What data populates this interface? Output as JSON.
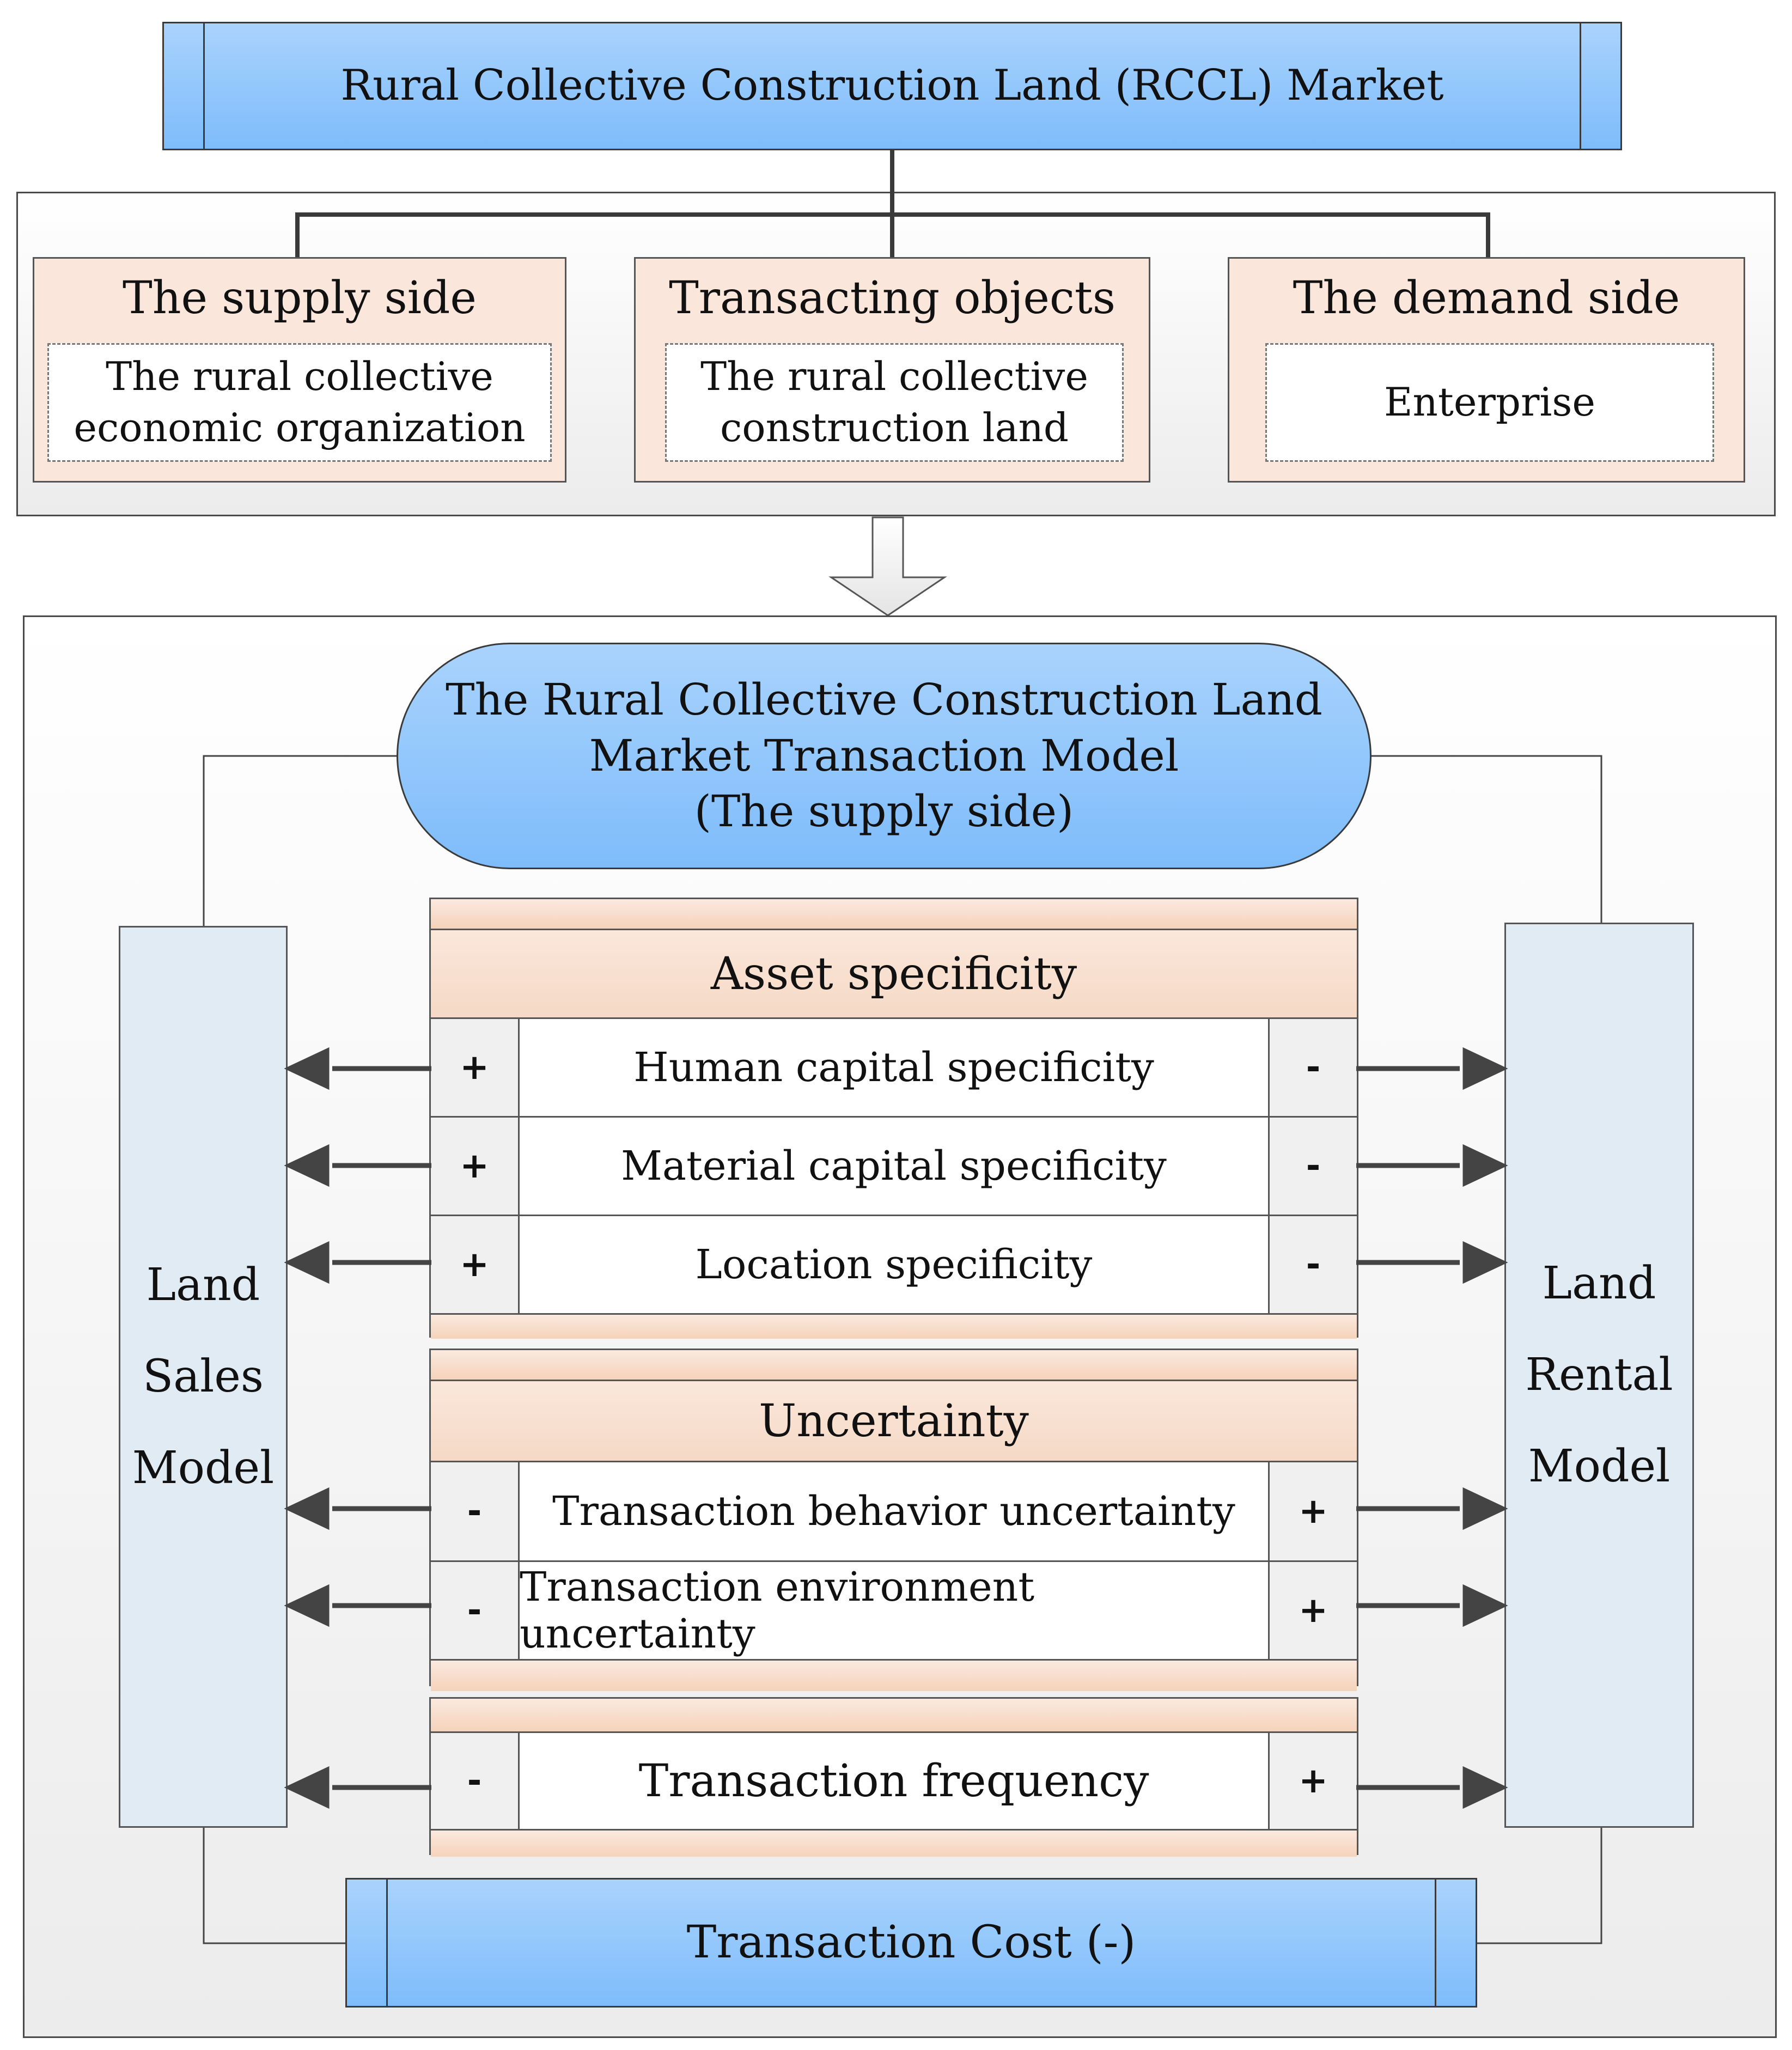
{
  "market": {
    "title": "Rural Collective Construction Land (RCCL) Market"
  },
  "parties": [
    {
      "title": "The supply side",
      "detail_line1": "The rural collective",
      "detail_line2": "economic organization"
    },
    {
      "title": "Transacting objects",
      "detail_line1": "The rural collective",
      "detail_line2": "construction land"
    },
    {
      "title": "The demand side",
      "detail_line1": "Enterprise",
      "detail_line2": ""
    }
  ],
  "model": {
    "title_line1": "The Rural Collective Construction Land",
    "title_line2": "Market Transaction Model",
    "title_line3": "(The supply side)"
  },
  "left_model": {
    "line1": "Land",
    "line2": "Sales",
    "line3": "Model"
  },
  "right_model": {
    "line1": "Land",
    "line2": "Rental",
    "line3": "Model"
  },
  "groups": [
    {
      "title": "Asset specificity",
      "rows": [
        {
          "label": "Human capital specificity",
          "left_sign": "+",
          "right_sign": "-"
        },
        {
          "label": "Material capital specificity",
          "left_sign": "+",
          "right_sign": "-"
        },
        {
          "label": "Location specificity",
          "left_sign": "+",
          "right_sign": "-"
        }
      ]
    },
    {
      "title": "Uncertainty",
      "rows": [
        {
          "label": "Transaction behavior uncertainty",
          "left_sign": "-",
          "right_sign": "+"
        },
        {
          "label": "Transaction environment uncertainty",
          "left_sign": "-",
          "right_sign": "+"
        }
      ]
    },
    {
      "title": "",
      "rows": [
        {
          "label": "Transaction frequency",
          "left_sign": "-",
          "right_sign": "+"
        }
      ]
    }
  ],
  "cost": {
    "title": "Transaction Cost (-)"
  },
  "colors": {
    "blue_top": "#a9d3fc",
    "blue_bottom": "#7ebcfb",
    "peach": "#fae6da",
    "side_model": "#e1ebf4"
  }
}
